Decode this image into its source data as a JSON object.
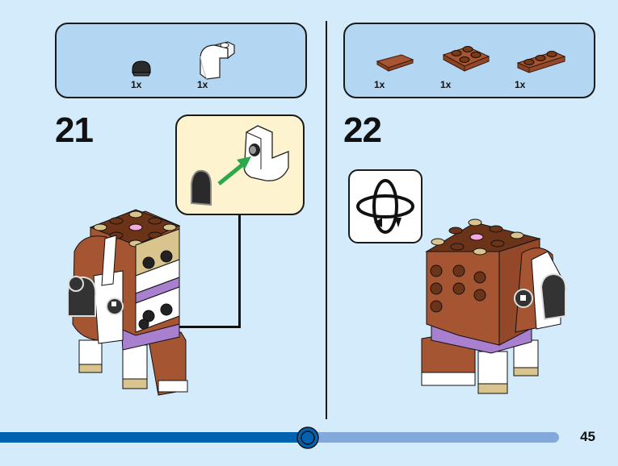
{
  "page": {
    "number": "45"
  },
  "progress": {
    "fraction": 0.53,
    "filled_color": "#0062b1",
    "remaining_color": "#84a8d9"
  },
  "steps": [
    {
      "number": "21",
      "parts": [
        {
          "name": "black round tile 1x1 half",
          "color": "#2a2a2a",
          "qty": "1x"
        },
        {
          "name": "white curved slope with stud",
          "color": "#ffffff",
          "qty": "1x"
        }
      ],
      "callout": {
        "description": "attach black tile to white bracket",
        "arrow_color": "#2aa84a"
      }
    },
    {
      "number": "22",
      "rotate_icon": "rotate-model-icon",
      "parts": [
        {
          "name": "reddish brown tile 1x2",
          "color": "#a65533",
          "qty": "1x"
        },
        {
          "name": "reddish brown plate 2x2",
          "color": "#a65533",
          "qty": "1x"
        },
        {
          "name": "reddish brown plate 1x3",
          "color": "#a65533",
          "qty": "1x"
        }
      ]
    }
  ],
  "colors": {
    "background": "#d4ebfb",
    "parts_box": "#b3d7f3",
    "callout": "#fdf4cf",
    "brown": "#a65533",
    "dark_brown": "#6b3419",
    "tan": "#d9c48e",
    "pink": "#f7a9dc",
    "lavender": "#a97fd0"
  }
}
